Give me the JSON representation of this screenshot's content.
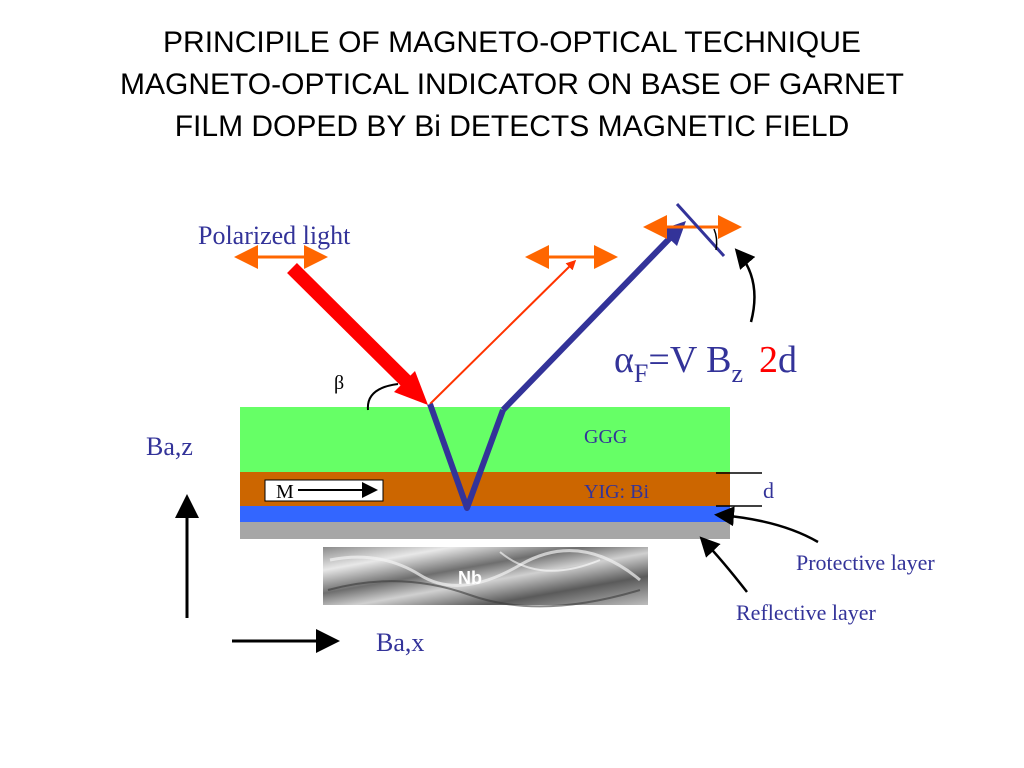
{
  "title": {
    "line1": "PRINCIPILE OF MAGNETO-OPTICAL TECHNIQUE",
    "line2": "MAGNETO-OPTICAL INDICATOR ON BASE OF GARNET",
    "line3": "FILM DOPED BY Bi DETECTS MAGNETIC FIELD"
  },
  "labels": {
    "polarized_light": "Polarized light",
    "beta": "β",
    "ggg": "GGG",
    "yig": "YIG: Bi",
    "m": "M",
    "d": "d",
    "nb": "Nb",
    "protective": "Protective layer",
    "reflective": "Reflective layer",
    "ba_z": "Ba,z",
    "ba_x": "Ba,x"
  },
  "formula": {
    "alpha": "α",
    "sub_f": "F",
    "eq": "=V B",
    "sub_z": "z",
    "two": "2",
    "d": "d"
  },
  "colors": {
    "ggg": "#66ff66",
    "yig": "#cc6600",
    "reflective": "#3366ff",
    "protective": "#a6a6a6",
    "incident_beam": "#ff0000",
    "reflected_beam": "#333399",
    "thin_beam": "#ff3300",
    "polarization": "#ff6600",
    "label_blue": "#333399",
    "formula_red": "#ff0000"
  }
}
